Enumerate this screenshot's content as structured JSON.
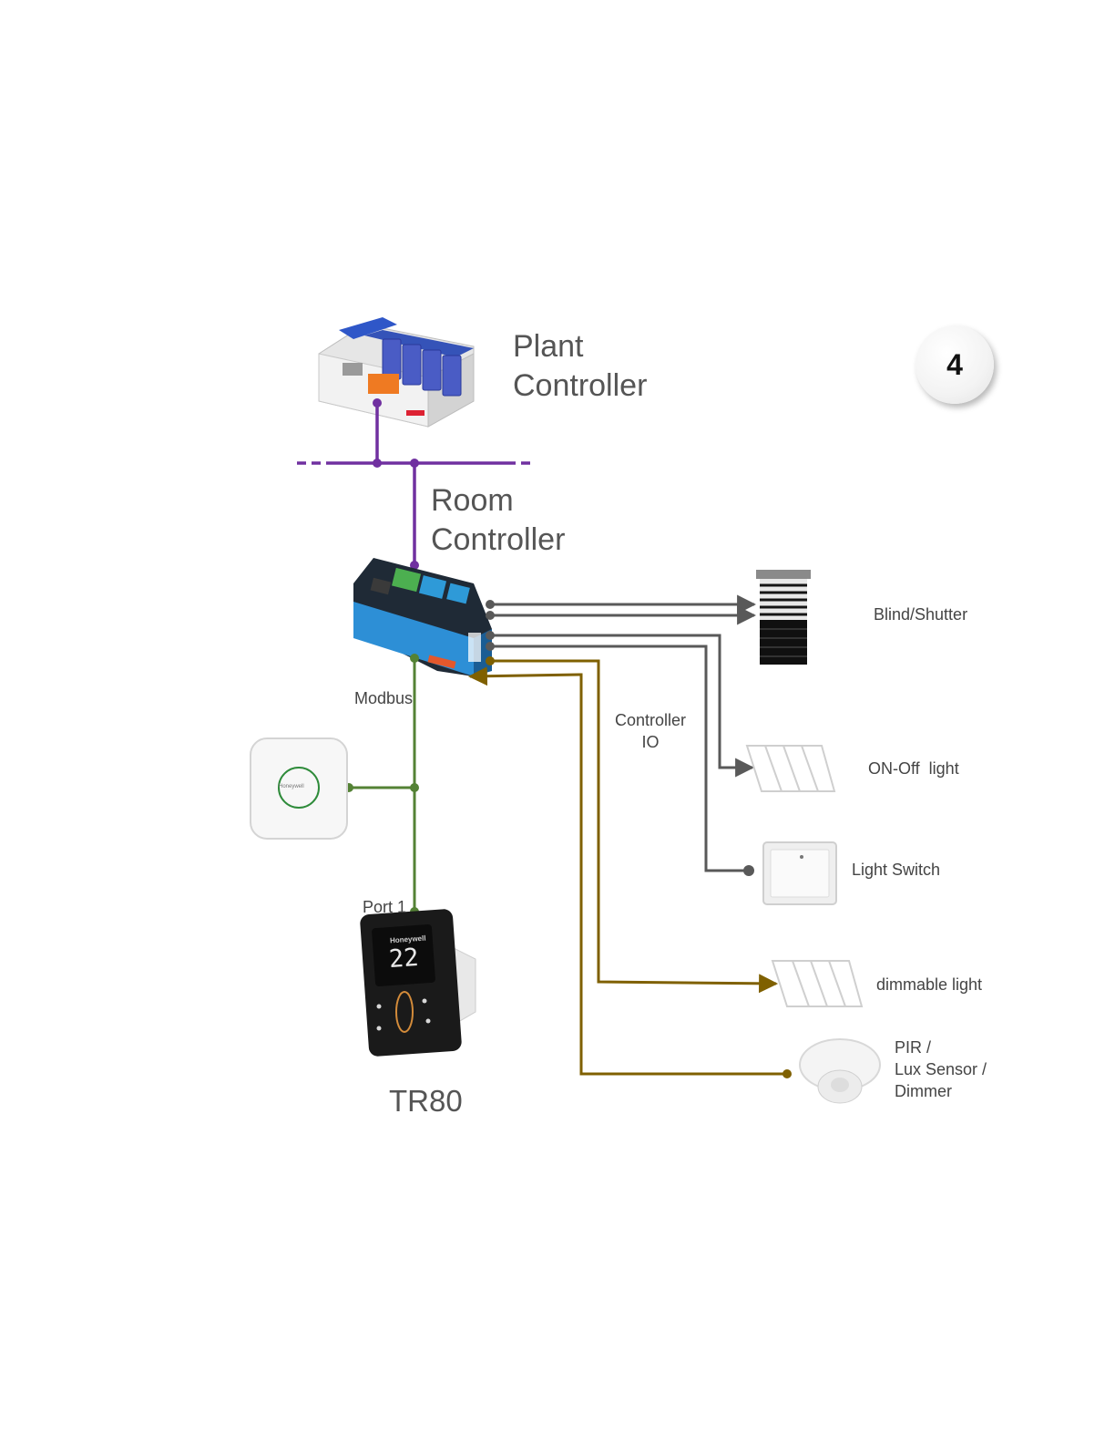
{
  "step_badge": "4",
  "nodes": {
    "plant_controller": {
      "line1": "Plant",
      "line2": "Controller"
    },
    "room_controller": {
      "line1": "Room",
      "line2": "Controller"
    },
    "tr80": {
      "label": "TR80",
      "brand": "Honeywell",
      "display": "22"
    },
    "blind": {
      "label": "Blind/Shutter"
    },
    "onoff_light": {
      "label": "ON-Off  light"
    },
    "light_switch": {
      "label": "Light Switch"
    },
    "dimmable_light": {
      "label": "dimmable light"
    },
    "pir": {
      "line1": "PIR /",
      "line2": "Lux Sensor /",
      "line3": "Dimmer"
    },
    "sensor": {
      "brand": "Honeywell"
    }
  },
  "connections": {
    "modbus": "Modbus",
    "port1": "Port 1",
    "controller_io_line1": "Controller",
    "controller_io_line2": "IO"
  },
  "colors": {
    "bus_purple": "#7030a0",
    "modbus_green": "#548235",
    "io_gray": "#595959",
    "analog_olive": "#7f6000"
  }
}
